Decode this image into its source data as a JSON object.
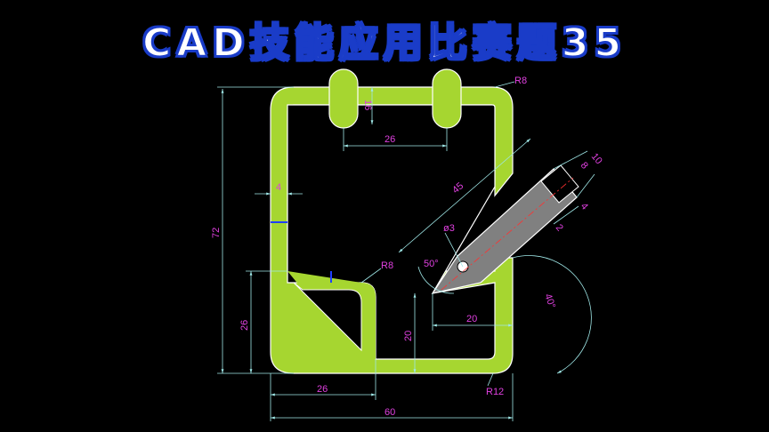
{
  "title": "CAD技能应用比赛题35",
  "colors": {
    "background": "#000000",
    "part_fill": "#a6d630",
    "part_outline": "#ffffff",
    "pencil_fill": "#808080",
    "dimension_line": "#9fe7e7",
    "dimension_text": "#e040e0",
    "title_outline": "#1a3cc8"
  },
  "dimensions": {
    "d16": "16",
    "d26_top": "26",
    "r8_top": "R8",
    "d4": "4",
    "d72": "72",
    "d26_left": "26",
    "r8_inner": "R8",
    "d45": "45",
    "d10": "10",
    "d8": "8",
    "d4_pencil": "4",
    "d2": "2",
    "phi3": "ø3",
    "a50": "50°",
    "a40": "40°",
    "d20_h": "20",
    "d20_v": "20",
    "d26_bottom": "26",
    "r12": "R12",
    "d60": "60"
  }
}
